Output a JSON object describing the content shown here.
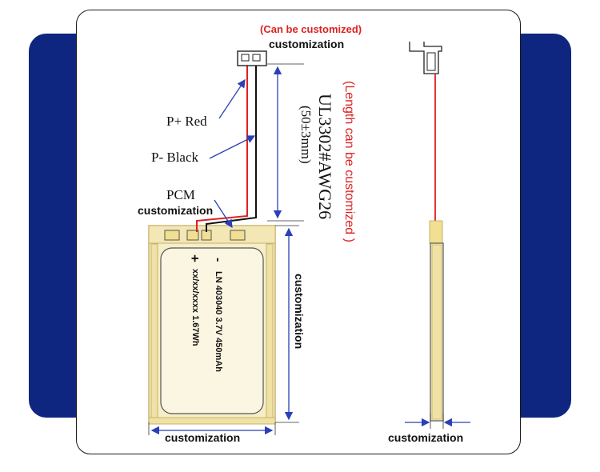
{
  "colors": {
    "band": "#0e2680",
    "battery_fill": "#f6eec8",
    "battery_edge": "#c8b36a",
    "red_wire": "#e02020",
    "black_wire": "#111111",
    "arrow_blue": "#2a3fb8",
    "label_red": "#d22222"
  },
  "diagram": {
    "connector_note": "(Can be customized)",
    "connector_label": "customization",
    "wire_positive": "P+ Red",
    "wire_negative": "P- Black",
    "pcm_label": "PCM",
    "pcm_custom": "customization",
    "wire_spec_line1": "UL3302#AWG26",
    "wire_spec_line2": "(50±3mm)",
    "wire_length_note": "(Length can be customized )",
    "height_label": "customization",
    "width_label": "customization",
    "thickness_label": "customization",
    "battery_minus": "-",
    "battery_plus": "+",
    "battery_line1": "LN 403040 3.7V 450mAh",
    "battery_line2": "xx/xx/xxxx 1.67Wh"
  }
}
